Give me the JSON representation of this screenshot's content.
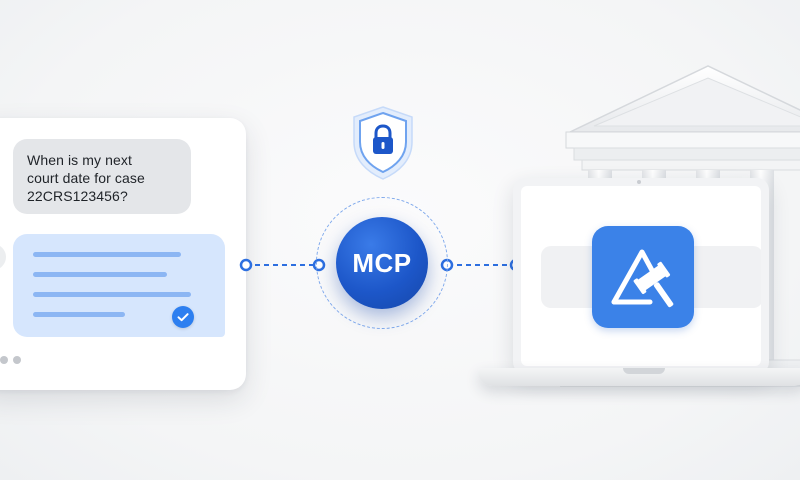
{
  "chat": {
    "question_lines": [
      "When is my next",
      "court date for case",
      "22CRS123456?"
    ],
    "answer_line_count": 4
  },
  "hub": {
    "label": "MCP"
  },
  "icons": {
    "shield": "lock-shield-icon",
    "check": "check-icon",
    "app": "gavel-triangle-icon",
    "building": "courthouse-icon",
    "device": "laptop-icon"
  },
  "colors": {
    "accent": "#2d7ff0",
    "hub": "#1d57c9",
    "app_icon": "#3b82e8",
    "answer_bubble": "#d6e6fd",
    "answer_line": "#8cb6f3",
    "question_bubble": "#e4e6e9",
    "connector": "#2d6fe0"
  }
}
